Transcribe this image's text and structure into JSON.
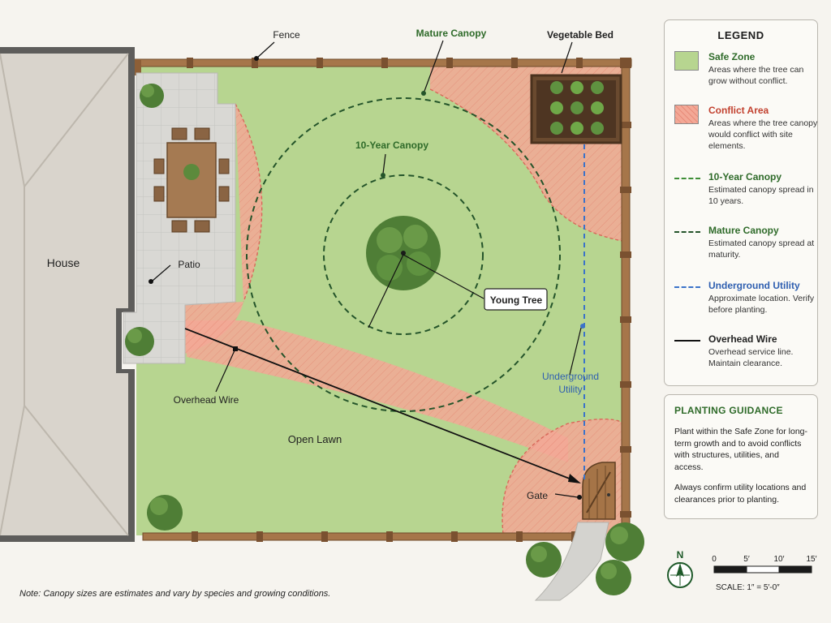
{
  "labels": {
    "house": "House",
    "patio": "Patio",
    "fence": "Fence",
    "mature_canopy": "Mature Canopy",
    "ten_year_canopy": "10-Year Canopy",
    "vegetable_bed": "Vegetable Bed",
    "young_tree": "Young Tree",
    "underground_utility_line1": "Underground",
    "underground_utility_line2": "Utility",
    "overhead_wire": "Overhead Wire",
    "open_lawn": "Open Lawn",
    "gate": "Gate"
  },
  "legend": {
    "title": "LEGEND",
    "safe_zone": {
      "title": "Safe Zone",
      "desc": "Areas where the tree can grow without conflict.",
      "color": "#b7d590"
    },
    "conflict_area": {
      "title": "Conflict Area",
      "desc": "Areas where the tree canopy would conflict with site elements.",
      "color": "#f3a896"
    },
    "ten_year": {
      "title": "10-Year Canopy",
      "desc": "Estimated canopy spread in 10 years.",
      "color": "#3f8f38"
    },
    "mature": {
      "title": "Mature Canopy",
      "desc": "Estimated canopy spread at maturity.",
      "color": "#24542a"
    },
    "utility": {
      "title": "Underground Utility",
      "desc": "Approximate location. Verify before planting.",
      "color": "#3b73c9"
    },
    "wire": {
      "title": "Overhead Wire",
      "desc": "Overhead service line. Maintain clearance.",
      "color": "#111111"
    }
  },
  "guidance": {
    "title": "PLANTING GUIDANCE",
    "p1": "Plant within the Safe Zone for long-term growth and to avoid conflicts with structures, utilities, and access.",
    "p2": "Always confirm utility locations and clearances prior to planting."
  },
  "compass": {
    "label": "N"
  },
  "scale": {
    "ticks": [
      "0",
      "5′",
      "10′",
      "15′"
    ],
    "text": "SCALE: 1″ = 5′-0″"
  },
  "note": "Note: Canopy sizes are estimates and vary by species and growing conditions."
}
